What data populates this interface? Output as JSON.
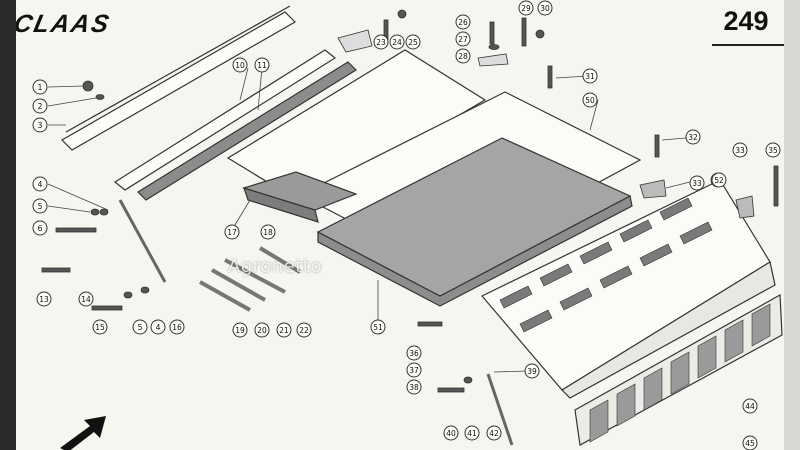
{
  "header": {
    "brand": "CLAAS",
    "page_number": "249"
  },
  "watermark": "Agronetto",
  "callouts": [
    "1",
    "2",
    "3",
    "4",
    "5",
    "6",
    "13",
    "14",
    "15",
    "5",
    "4",
    "16",
    "10",
    "11",
    "17",
    "18",
    "19",
    "20",
    "21",
    "22",
    "23",
    "24",
    "25",
    "26",
    "27",
    "28",
    "29",
    "30",
    "31",
    "50",
    "51",
    "32",
    "33",
    "52",
    "33",
    "35",
    "36",
    "37",
    "38",
    "39",
    "40",
    "41",
    "42",
    "44",
    "45"
  ]
}
